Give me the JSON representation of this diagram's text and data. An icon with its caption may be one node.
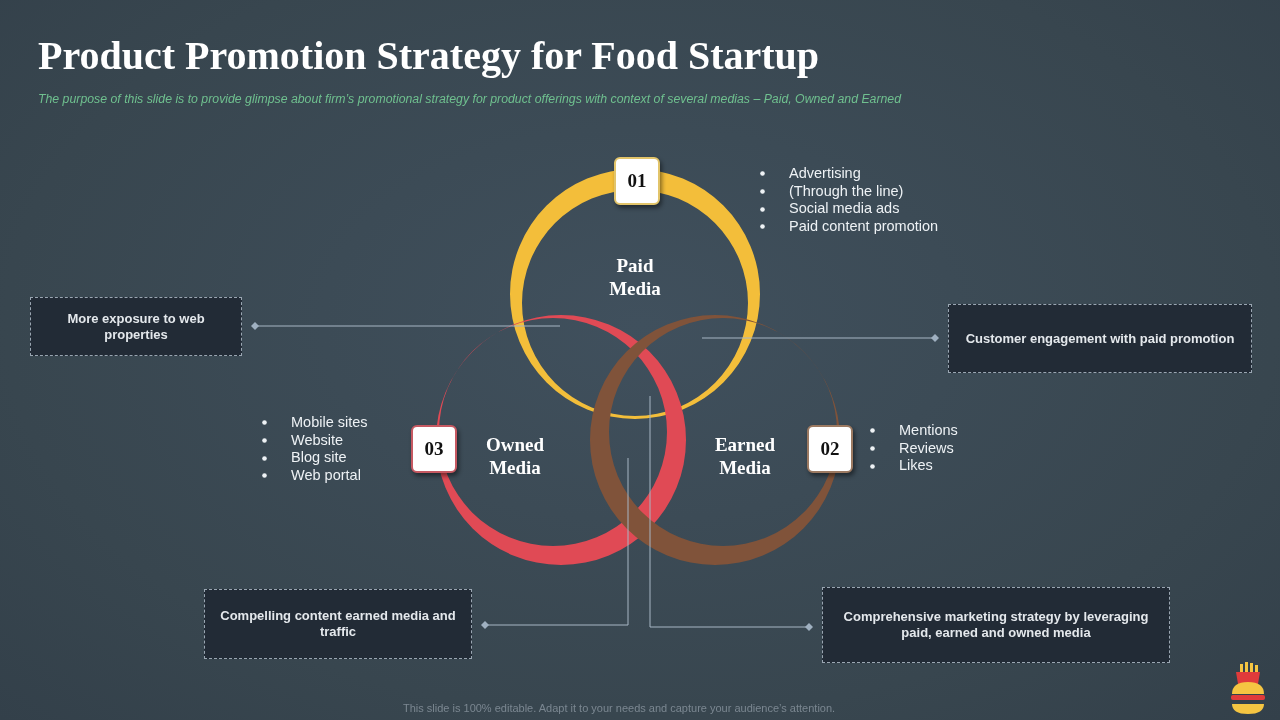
{
  "diagram": {
    "title": "Product Promotion Strategy for Food Startup",
    "nodes": [
      {
        "text": [
          "Paid Media"
        ]
      },
      {
        "text": [
          "Owned Media"
        ]
      },
      {
        "text": [
          "Earned Media"
        ]
      },
      {
        "text": [
          "01"
        ],
        "beside": [
          "Advertising",
          "(Through the line)",
          "Social media ads",
          "Paid content promotion"
        ]
      },
      {
        "text": [
          "02"
        ],
        "beside": [
          "Mentions",
          "Reviews",
          "Likes"
        ]
      },
      {
        "text": [
          "03"
        ],
        "beside": [
          "Mobile sites",
          "Website",
          "Blog site",
          "Web portal"
        ]
      },
      {
        "text": [
          "More exposure to web properties"
        ]
      },
      {
        "text": [
          "Customer engagement with paid promotion"
        ]
      },
      {
        "text": [
          "Compelling content earned media and traffic"
        ]
      },
      {
        "text": [
          "Comprehensive marketing strategy by leveraging paid, earned and owned media"
        ]
      }
    ],
    "edges": [
      {
        "from": 6,
        "to": 0,
        "arrow": "other"
      },
      {
        "from": 7,
        "to": 0,
        "arrow": "other"
      },
      {
        "from": 8,
        "to": 1,
        "arrow": "other"
      },
      {
        "from": 9,
        "to": 0,
        "arrow": "other"
      }
    ],
    "labels": [
      "The purpose of this slide is to provide glimpse about firm’s promotional strategy for product offerings with context of several medias – Paid, Owned and Earned",
      "This slide is 100% editable. Adapt it to your needs and capture your audience’s attention."
    ]
  }
}
